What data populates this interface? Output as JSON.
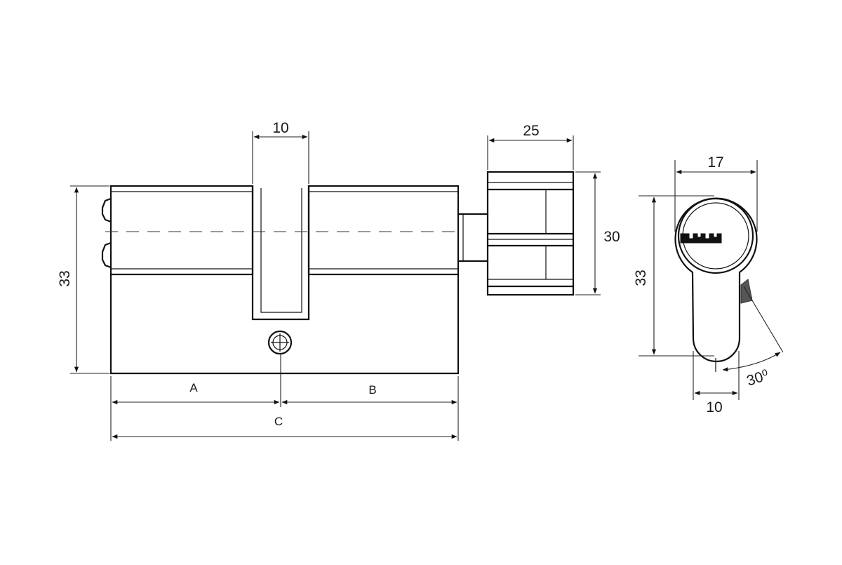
{
  "drawing": {
    "side_view": {
      "cam_width": "10",
      "knob_width": "25",
      "knob_height": "30",
      "body_height": "33",
      "segment_a": "A",
      "segment_b": "B",
      "total_length": "C"
    },
    "end_view": {
      "width": "17",
      "height": "33",
      "base_width": "10",
      "cam_angle": "30⁰"
    }
  },
  "colors": {
    "line": "#111111",
    "background": "#ffffff"
  }
}
